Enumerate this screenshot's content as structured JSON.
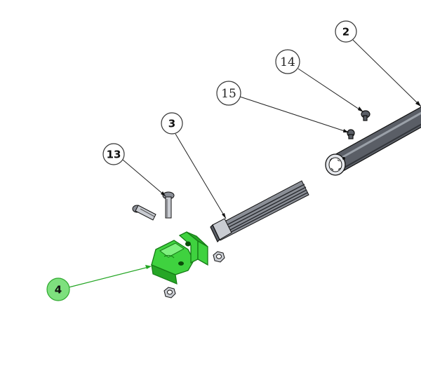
{
  "callouts": {
    "c2": "2",
    "c14": "14",
    "c15": "15",
    "c3": "3",
    "c13": "13",
    "c4": "4"
  },
  "colors": {
    "highlight": "#3fd23f",
    "part": "#5a5e66",
    "outline": "#111111"
  }
}
